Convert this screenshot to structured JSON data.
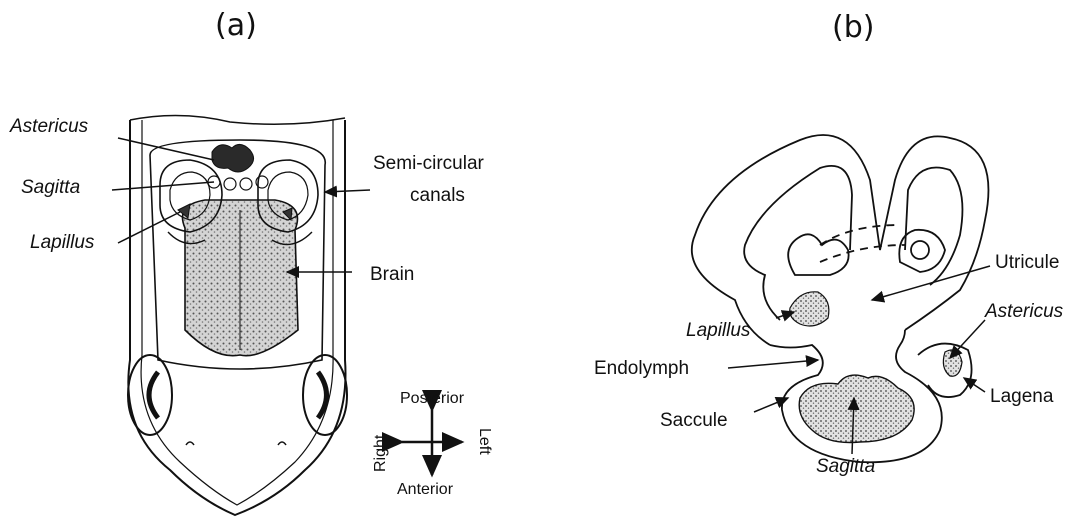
{
  "panels": {
    "a": {
      "label": "(a)",
      "labels": {
        "astericus": "Astericus",
        "sagitta": "Sagitta",
        "lapillus": "Lapillus",
        "semicircular_line1": "Semi-circular",
        "semicircular_line2": "canals",
        "brain": "Brain"
      },
      "compass": {
        "posterior": "Posterior",
        "anterior": "Anterior",
        "right": "Right",
        "left": "Left"
      }
    },
    "b": {
      "label": "(b)",
      "labels": {
        "utricule": "Utricule",
        "astericus": "Astericus",
        "lapillus": "Lapillus",
        "endolymph": "Endolymph",
        "lagena": "Lagena",
        "saccule": "Saccule",
        "sagitta": "Sagitta"
      }
    }
  },
  "colors": {
    "ink": "#111111",
    "stipple_fill": "#bdbdbd",
    "otolith_fill": "#8a8a8a"
  }
}
